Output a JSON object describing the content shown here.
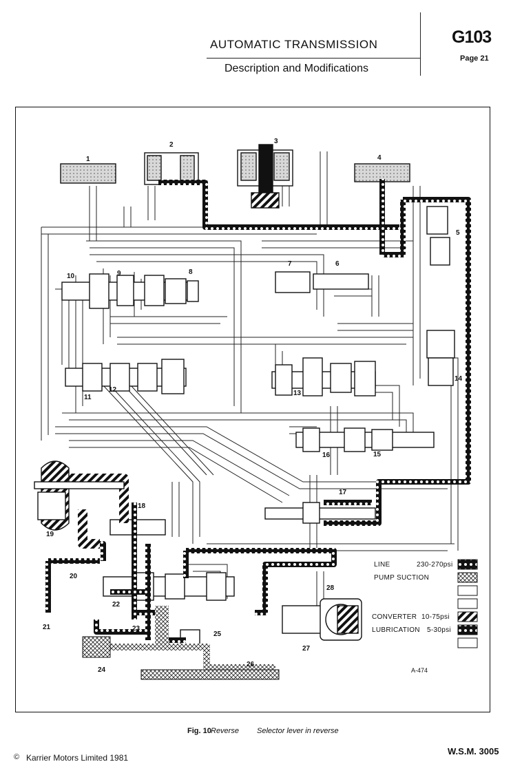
{
  "header": {
    "title": "AUTOMATIC TRANSMISSION",
    "subtitle": "Description and Modifications",
    "code": "G103",
    "page": "Page 21"
  },
  "diagram": {
    "labels": [
      "1",
      "2",
      "3",
      "4",
      "5",
      "6",
      "7",
      "8",
      "9",
      "10",
      "11",
      "12",
      "13",
      "14",
      "15",
      "16",
      "17",
      "18",
      "19",
      "20",
      "21",
      "22",
      "23",
      "24",
      "25",
      "26",
      "27",
      "28"
    ],
    "ref": "A-474",
    "legend": [
      {
        "text": "LINE",
        "value": "230-270psi",
        "swatch": "line"
      },
      {
        "text": "PUMP SUCTION",
        "value": "",
        "swatch": "suction"
      },
      {
        "text": "",
        "value": "",
        "swatch": "blank"
      },
      {
        "text": "",
        "value": "",
        "swatch": "blank"
      },
      {
        "text": "CONVERTER",
        "value": "10-75psi",
        "swatch": "converter"
      },
      {
        "text": "LUBRICATION",
        "value": "5-30psi",
        "swatch": "lube"
      },
      {
        "text": "",
        "value": "",
        "swatch": "blank"
      }
    ]
  },
  "caption": {
    "fig": "Fig. 10",
    "name": "Reverse",
    "desc": "Selector lever in reverse"
  },
  "footer": {
    "copyright_symbol": "©",
    "copyright": "Karrier Motors Limited 1981",
    "ref": "W.S.M. 3005"
  }
}
